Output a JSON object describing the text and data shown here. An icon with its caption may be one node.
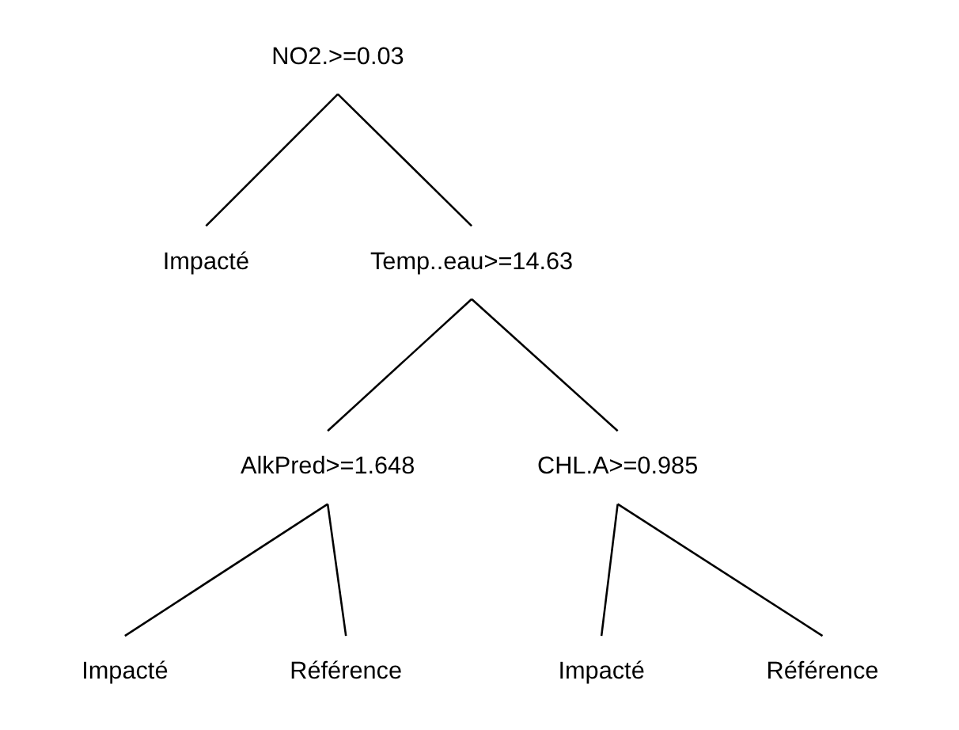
{
  "diagram": {
    "nodes": [
      {
        "text": [
          "NO2.>=0.03"
        ]
      },
      {
        "text": [
          "Impacté"
        ]
      },
      {
        "text": [
          "Temp..eau>=14.63"
        ]
      },
      {
        "text": [
          "AlkPred>=1.648"
        ]
      },
      {
        "text": [
          "CHL.A>=0.985"
        ]
      },
      {
        "text": [
          "Impacté"
        ]
      },
      {
        "text": [
          "Référence"
        ]
      },
      {
        "text": [
          "Impacté"
        ]
      },
      {
        "text": [
          "Référence"
        ]
      }
    ],
    "edges": [
      {
        "from": 0,
        "to": 1,
        "arrow": "none"
      },
      {
        "from": 0,
        "to": 2,
        "arrow": "none"
      },
      {
        "from": 2,
        "to": 3,
        "arrow": "none"
      },
      {
        "from": 2,
        "to": 4,
        "arrow": "none"
      },
      {
        "from": 3,
        "to": 5,
        "arrow": "none"
      },
      {
        "from": 3,
        "to": 6,
        "arrow": "none"
      },
      {
        "from": 4,
        "to": 7,
        "arrow": "none"
      },
      {
        "from": 4,
        "to": 8,
        "arrow": "none"
      }
    ]
  }
}
